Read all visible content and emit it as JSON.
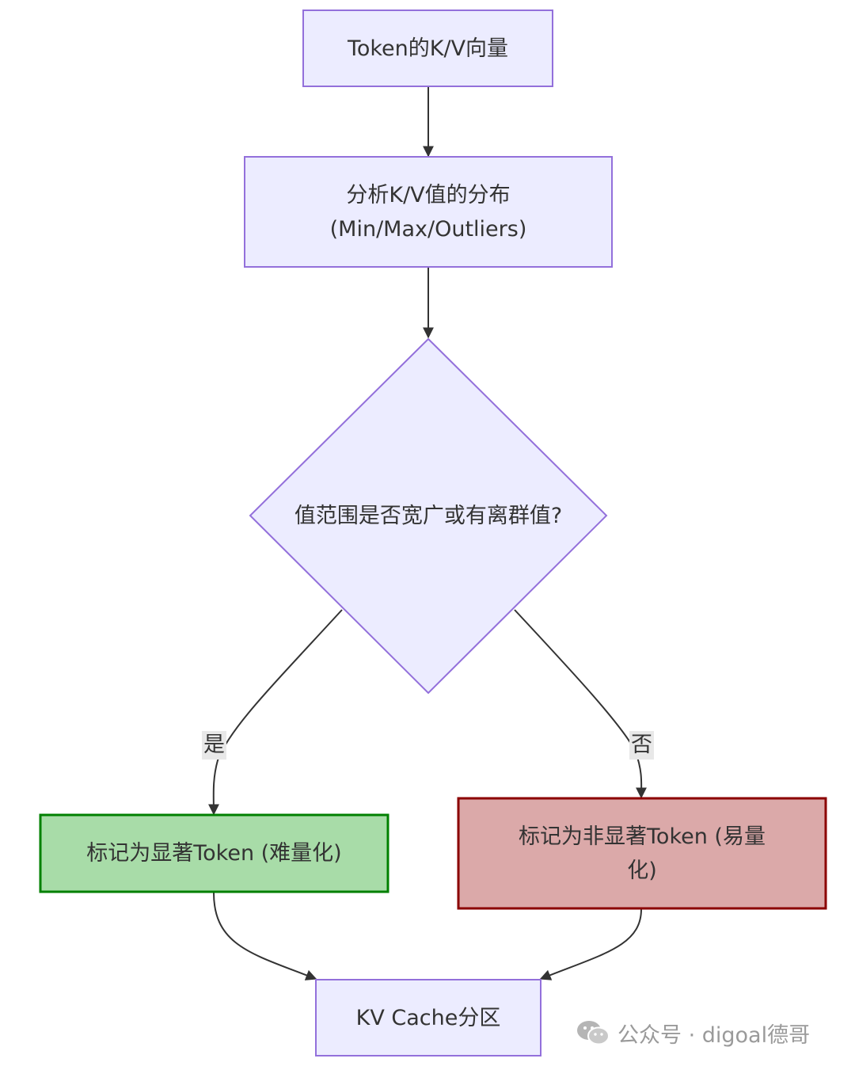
{
  "nodes": {
    "token_kv": {
      "line1": "Token的K/V向量"
    },
    "analyze": {
      "line1": "分析K/V值的分布",
      "line2": "(Min/Max/Outliers)"
    },
    "decision": {
      "line1": "值范围是否宽广或有离群值?"
    },
    "salient": {
      "line1": "标记为显著Token (难量化)"
    },
    "non_salient": {
      "line1": "标记为非显著Token (易量",
      "line2": "化)"
    },
    "kv_cache": {
      "line1": "KV Cache分区"
    }
  },
  "edges": {
    "yes_label": "是",
    "no_label": "否"
  },
  "watermark": {
    "text": "公众号 · digoal德哥",
    "icon": "wechat-icon"
  },
  "colors": {
    "default_fill": "#ececff",
    "default_stroke": "#9370db",
    "salient_fill": "#a8dca8",
    "salient_stroke": "#008000",
    "non_salient_fill": "#dba9a9",
    "non_salient_stroke": "#8b0000",
    "edge": "#333333"
  }
}
